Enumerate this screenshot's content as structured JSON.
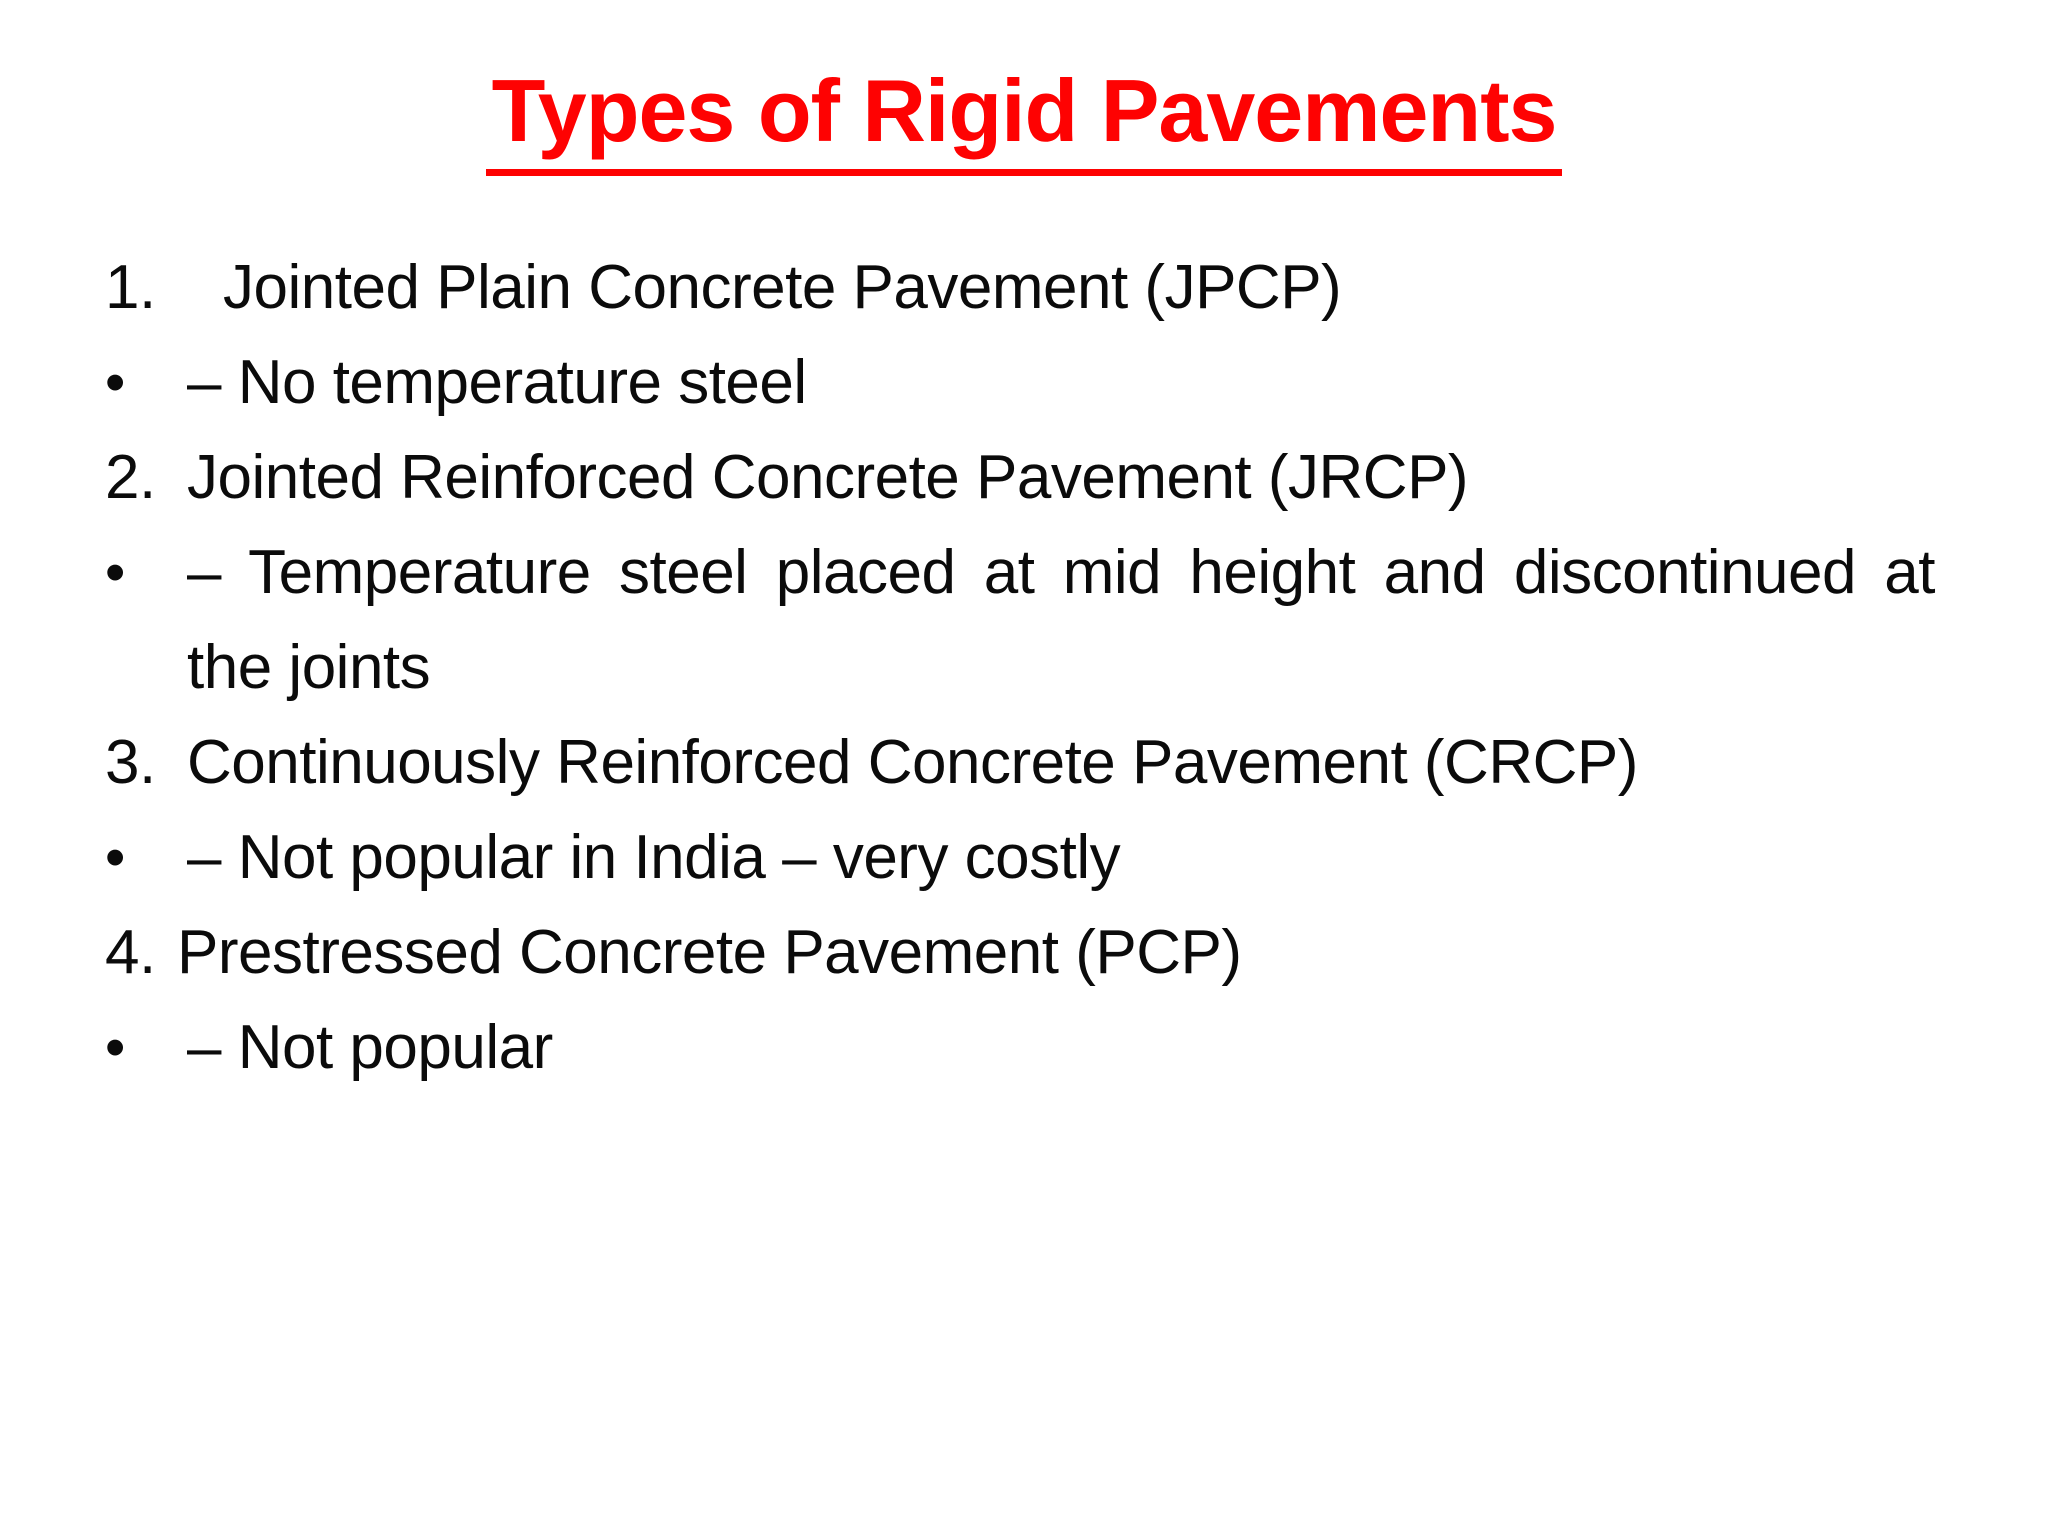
{
  "slide": {
    "title": "Types of Rigid Pavements",
    "colors": {
      "title_red": "#fe0202",
      "body_text": "#0b0b0b",
      "background": "#ffffff"
    },
    "items": [
      {
        "type": "numbered",
        "num": "1.",
        "text": "Jointed Plain Concrete Pavement (JPCP)"
      },
      {
        "type": "bullet",
        "marker": "•",
        "text": "– No temperature steel"
      },
      {
        "type": "numbered",
        "num": "2.",
        "text": "Jointed Reinforced Concrete Pavement (JRCP)"
      },
      {
        "type": "bullet",
        "marker": "•",
        "text": "– Temperature steel placed at mid height and discontinued at",
        "text2": "the joints"
      },
      {
        "type": "numbered",
        "num": "3.",
        "text": "Continuously Reinforced Concrete Pavement (CRCP)"
      },
      {
        "type": "bullet",
        "marker": "•",
        "text": "– Not popular in India – very costly"
      },
      {
        "type": "numbered",
        "num": "4.",
        "text": "Prestressed Concrete Pavement (PCP)"
      },
      {
        "type": "bullet",
        "marker": "•",
        "text": "– Not popular"
      }
    ]
  }
}
